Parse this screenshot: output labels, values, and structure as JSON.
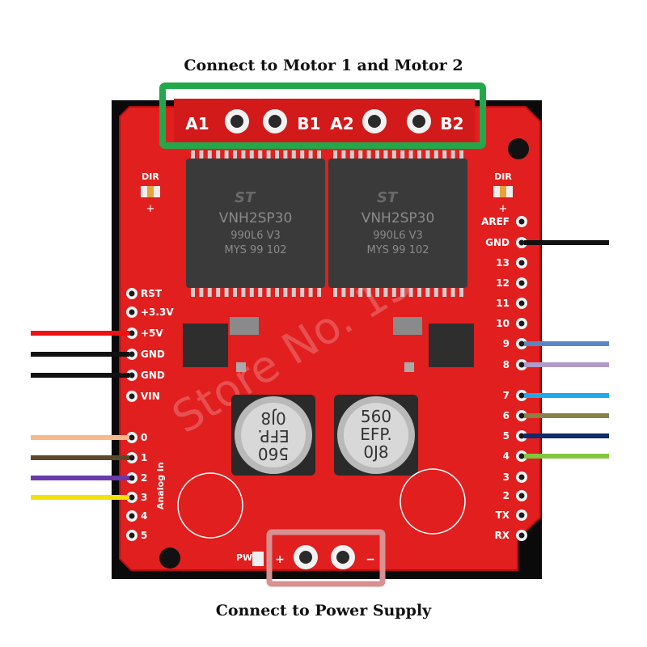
{
  "captions": {
    "motor": "Connect to Motor 1 and Motor 2",
    "power": "Connect to Power Supply"
  },
  "motor_terminals": [
    "A1",
    "B1",
    "A2",
    "B2"
  ],
  "chips": [
    {
      "brand": "ST",
      "part": "VNH2SP30",
      "line2": "990L6 V3",
      "line3": "MYS 99 102"
    },
    {
      "brand": "ST",
      "part": "VNH2SP30",
      "line2": "990L6 V3",
      "line3": "MYS 99 102"
    }
  ],
  "capacitors": [
    {
      "line1": "560",
      "line2": "EFP.",
      "line3": "0J8"
    },
    {
      "line1": "560",
      "line2": "EFP.",
      "line3": "0J8"
    }
  ],
  "dir_labels": [
    "DIR",
    "DIR"
  ],
  "plus_sign": "+",
  "pwr_label": "PWR",
  "power_polarity": [
    "+",
    "−"
  ],
  "left_power_pins": [
    "RST",
    "+3.3V",
    "+5V",
    "GND",
    "GND",
    "VIN"
  ],
  "left_analog_pins": [
    "0",
    "1",
    "2",
    "3",
    "4",
    "5"
  ],
  "analog_label": "Analog In",
  "right_pins": [
    "AREF",
    "GND",
    "13",
    "12",
    "11",
    "10",
    "9",
    "8",
    "7",
    "6",
    "5",
    "4",
    "3",
    "2",
    "TX",
    "RX"
  ],
  "watermark": "Store No. 1322",
  "colors": {
    "board": "#e11f1f",
    "board_edge": "#b10f0f",
    "silk": "#ffffff",
    "chip": "#3a3a3a",
    "highlight_motor": "#22a84a",
    "highlight_power": "#d89090",
    "wire_red": "#ee1111",
    "wire_black": "#111111",
    "wire_peach": "#f5b98a",
    "wire_brown": "#5a4a2a",
    "wire_purple": "#6a3aa8",
    "wire_yellow": "#f2e20a",
    "wire_steelblue": "#5b87c0",
    "wire_lavender": "#b09bc8",
    "wire_skyblue": "#1fa9e8",
    "wire_olive": "#8b8046",
    "wire_navy": "#102a6a",
    "wire_green": "#82c640"
  },
  "wires": {
    "left": [
      {
        "pin": "+5V",
        "color": "wire_red"
      },
      {
        "pin": "GND",
        "color": "wire_black"
      },
      {
        "pin": "GND",
        "color": "wire_black"
      },
      {
        "pin": "0",
        "color": "wire_peach"
      },
      {
        "pin": "1",
        "color": "wire_brown"
      },
      {
        "pin": "2",
        "color": "wire_purple"
      },
      {
        "pin": "3",
        "color": "wire_yellow"
      }
    ],
    "right": [
      {
        "pin": "GND",
        "color": "wire_black"
      },
      {
        "pin": "9",
        "color": "wire_steelblue"
      },
      {
        "pin": "8",
        "color": "wire_lavender"
      },
      {
        "pin": "7",
        "color": "wire_skyblue"
      },
      {
        "pin": "6",
        "color": "wire_olive"
      },
      {
        "pin": "5",
        "color": "wire_navy"
      },
      {
        "pin": "4",
        "color": "wire_green"
      }
    ]
  }
}
